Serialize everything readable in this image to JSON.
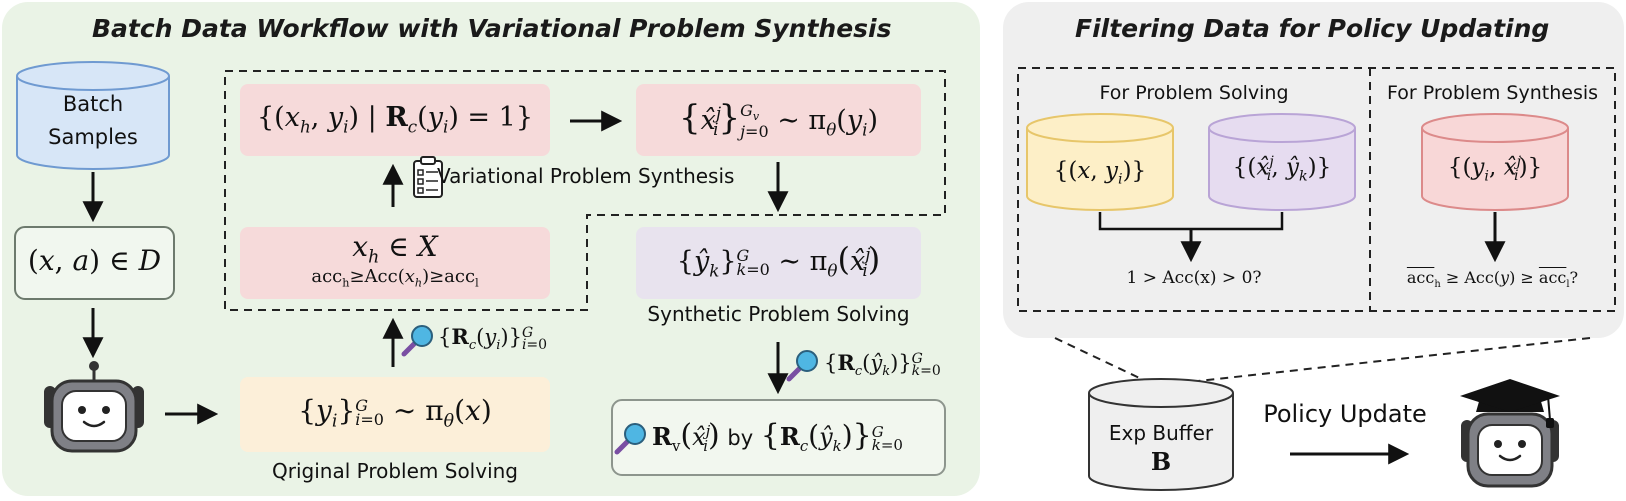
{
  "left_panel": {
    "title": "Batch Data Workflow with Variational Problem Synthesis",
    "batch_samples": [
      "Batch",
      "Samples"
    ],
    "dataset_expr": "(x, a) ∈ D",
    "filtered_correct": "{(x_h, y_i) | R_c(y_i) = 1}",
    "synth_problems": "{x̂_i^j}_{j=0}^{G_v} ∼ π_θ(y_i)",
    "variational_label": "Variational Problem Synthesis",
    "hard_problem_top": "x_h ∈ X",
    "hard_problem_bottom": "acc_h ≥ Acc(x_h) ≥ acc_l",
    "synth_answers": "{ŷ_k}_{k=0}^{G} ∼ π_θ(x̂_i^j)",
    "synth_solving_label": "Synthetic Problem Solving",
    "reward_orig": "{R_c(y_i)}_{i=0}^{G}",
    "reward_synth": "{R_c(ŷ_k)}_{k=0}^{G}",
    "orig_solutions": "{y_i}_{i=0}^{G} ∼ π_θ(x)",
    "orig_solving_label": "Qriginal Problem Solving",
    "verify_expr": "R_v(x̂_i^j) by {R_c(ŷ_k)}_{k=0}^{G}",
    "by_word": "by"
  },
  "right_panel": {
    "title": "Filtering Data for Policy Updating",
    "solving_heading": "For Problem Solving",
    "synthesis_heading": "For Problem Synthesis",
    "db_xy": "{(x, y_i)}",
    "db_xhat_yhat": "{(x̂_i^j, ŷ_k)}",
    "db_y_xhat": "{(y_i, x̂_i^j)}",
    "cond_solving": "1 > Acc(x) > 0?",
    "cond_synthesis": "acc_h ≥ Acc(y) ≥ acc_l?",
    "buffer_label": "Exp Buffer",
    "buffer_symbol": "B",
    "policy_update": "Policy Update"
  },
  "colors": {
    "left_bg": "#eaf3e6",
    "right_bg": "#efefef",
    "pink": "#f6dada",
    "lavender": "#e8e3ee",
    "cream": "#fcefd9",
    "blue_db": "#d7e6f7",
    "yellow_db": "#fdefc7",
    "purple_db": "#e6dcf0",
    "red_db": "#f8d7d7",
    "robot_gray": "#7f8086",
    "magnifier": "#4fb6e3"
  },
  "icons": [
    "robot-icon",
    "graduate-robot-icon",
    "clipboard-icon",
    "magnifier-icon",
    "database-icon"
  ]
}
